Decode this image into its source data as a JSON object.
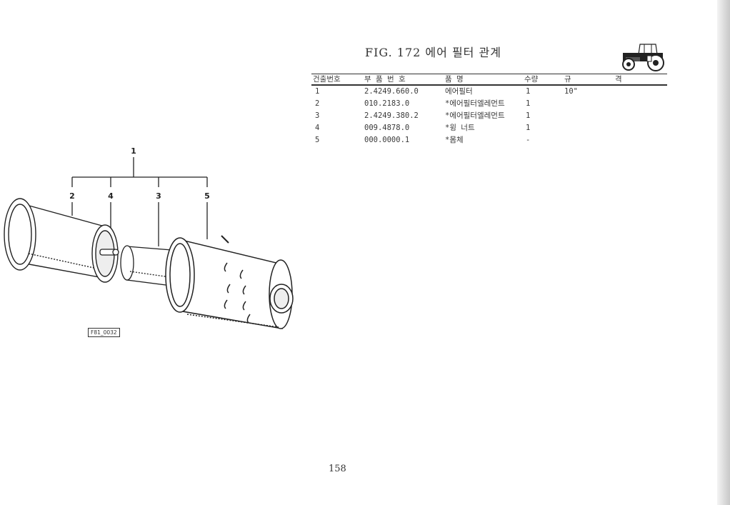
{
  "figure": {
    "title": "FIG. 172 에어 필터 관계"
  },
  "table": {
    "headers": {
      "no": "건출번호",
      "part": "부 품 번 호",
      "name": "품   명",
      "qty": "수량",
      "spec": "규",
      "spec2": "격"
    },
    "rows": [
      {
        "no": "1",
        "part": "2.4249.660.0",
        "name": "에어필터",
        "qty": "1",
        "spec": "10\""
      },
      {
        "no": "2",
        "part": "010.2183.0",
        "name": "*에어필터엘레먼트",
        "qty": "1",
        "spec": ""
      },
      {
        "no": "3",
        "part": "2.4249.380.2",
        "name": "*에어필터엘레먼트",
        "qty": "1",
        "spec": ""
      },
      {
        "no": "4",
        "part": "009.4878.0",
        "name": "*윙 너트",
        "qty": "1",
        "spec": ""
      },
      {
        "no": "5",
        "part": "000.0000.1",
        "name": "*몸체",
        "qty": "-",
        "spec": ""
      }
    ]
  },
  "drawing": {
    "callouts": [
      "1",
      "2",
      "4",
      "3",
      "5"
    ],
    "code": "F81_0032"
  },
  "page_number": "158"
}
